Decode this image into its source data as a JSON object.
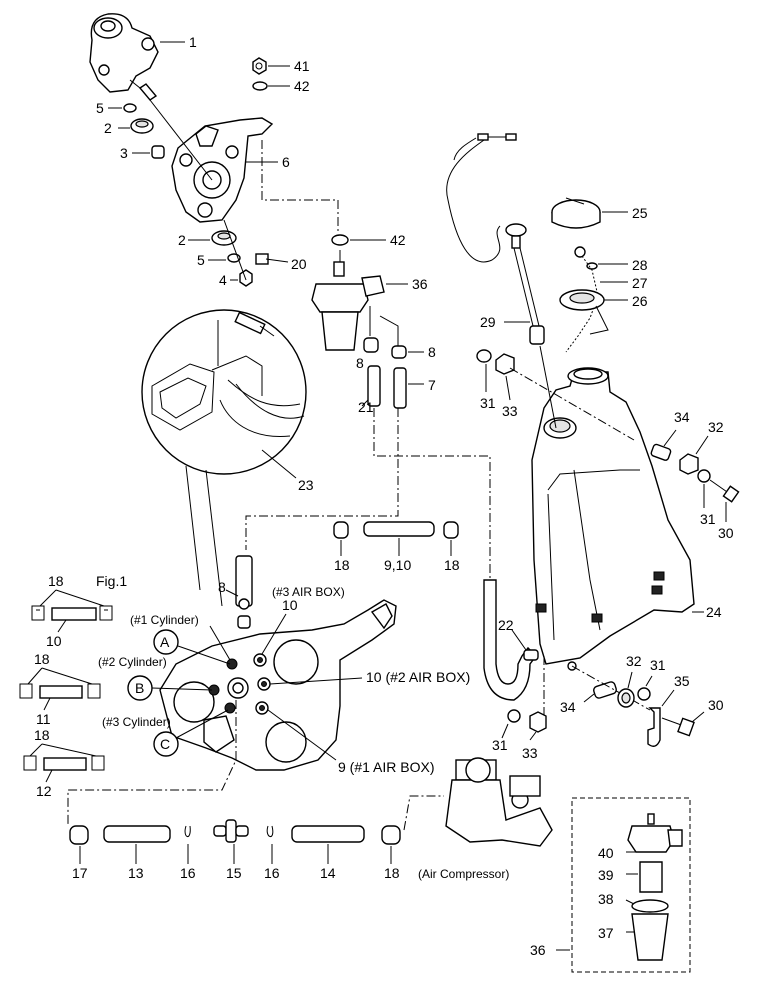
{
  "callouts": {
    "c1": "1",
    "c2a": "2",
    "c2b": "2",
    "c3": "3",
    "c4": "4",
    "c5a": "5",
    "c5b": "5",
    "c6": "6",
    "c7": "7",
    "c8a": "8",
    "c8b": "8",
    "c8c": "8",
    "c10": "10",
    "c11": "11",
    "c12": "12",
    "c13": "13",
    "c14": "14",
    "c15": "15",
    "c16a": "16",
    "c16b": "16",
    "c17": "17",
    "c18a": "18",
    "c18b": "18",
    "c18c": "18",
    "c18d": "18",
    "c18e": "18",
    "c18f": "18",
    "c20": "20",
    "c21": "21",
    "c22": "22",
    "c23": "23",
    "c24": "24",
    "c25": "25",
    "c26": "26",
    "c27": "27",
    "c28": "28",
    "c29": "29",
    "c30a": "30",
    "c30b": "30",
    "c31a": "31",
    "c31b": "31",
    "c31c": "31",
    "c31d": "31",
    "c32a": "32",
    "c32b": "32",
    "c33a": "33",
    "c33b": "33",
    "c34a": "34",
    "c34b": "34",
    "c35": "35",
    "c36a": "36",
    "c36b": "36",
    "c37": "37",
    "c38": "38",
    "c39": "39",
    "c40": "40",
    "c41": "41",
    "c42a": "42",
    "c42b": "42",
    "c910": "9,10"
  },
  "fig1": {
    "title": "Fig.1",
    "cyl1": "(#1 Cylinder)",
    "cyl2": "(#2 Cylinder)",
    "cyl3": "(#3 Cylinder)",
    "airbox3": "(#3 AIR BOX)",
    "airbox3_num": "10",
    "airbox2": "10 (#2 AIR BOX)",
    "airbox1": "9 (#1 AIR BOX)",
    "port_a": "A",
    "port_b": "B",
    "port_c": "C"
  },
  "air_compressor": "(Air Compressor)"
}
